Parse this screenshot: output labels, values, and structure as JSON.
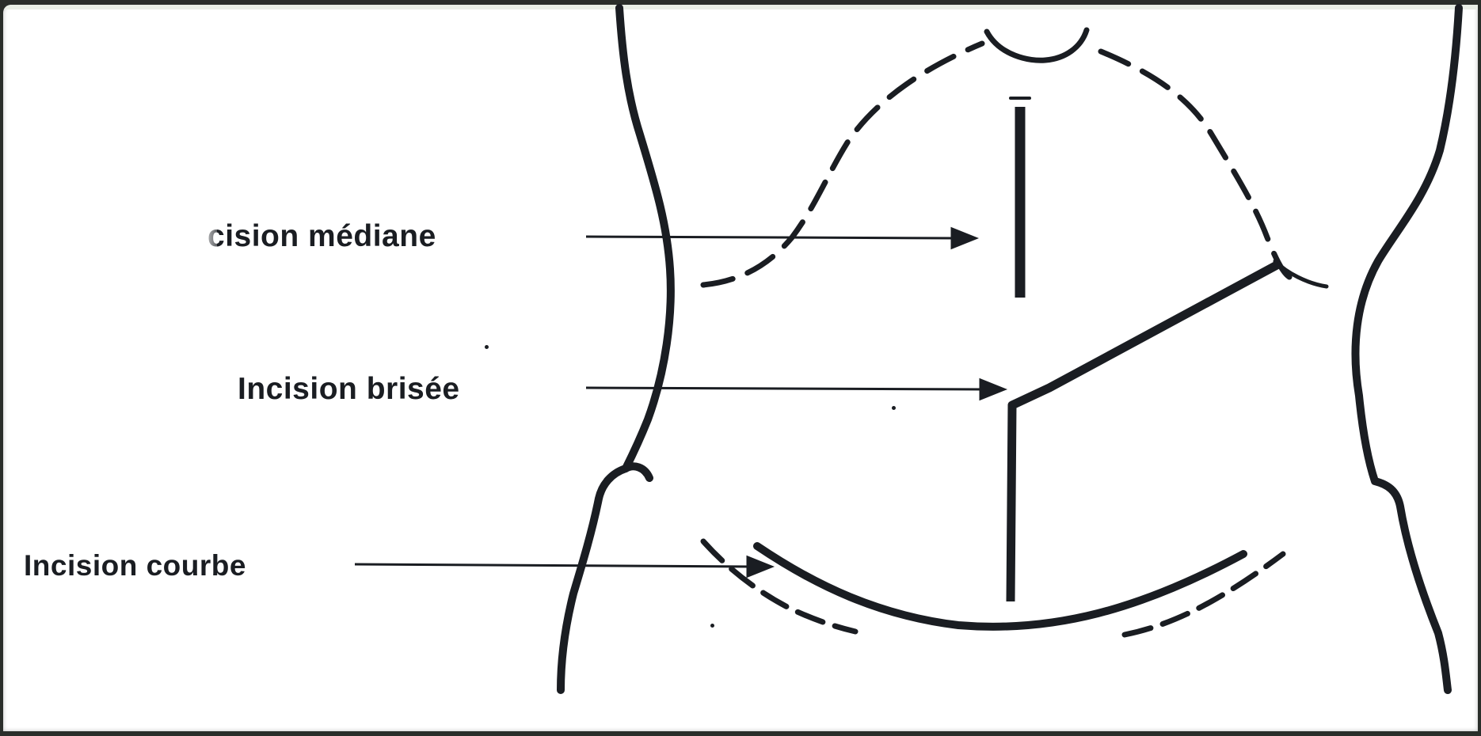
{
  "labels": {
    "mediane": "cision médiane",
    "brisee": "Incision brisée",
    "courbe": "Incision courbe"
  },
  "colors": {
    "ink": "#1a1d22",
    "paper": "#ffffff",
    "border": "#2a2e2a"
  }
}
